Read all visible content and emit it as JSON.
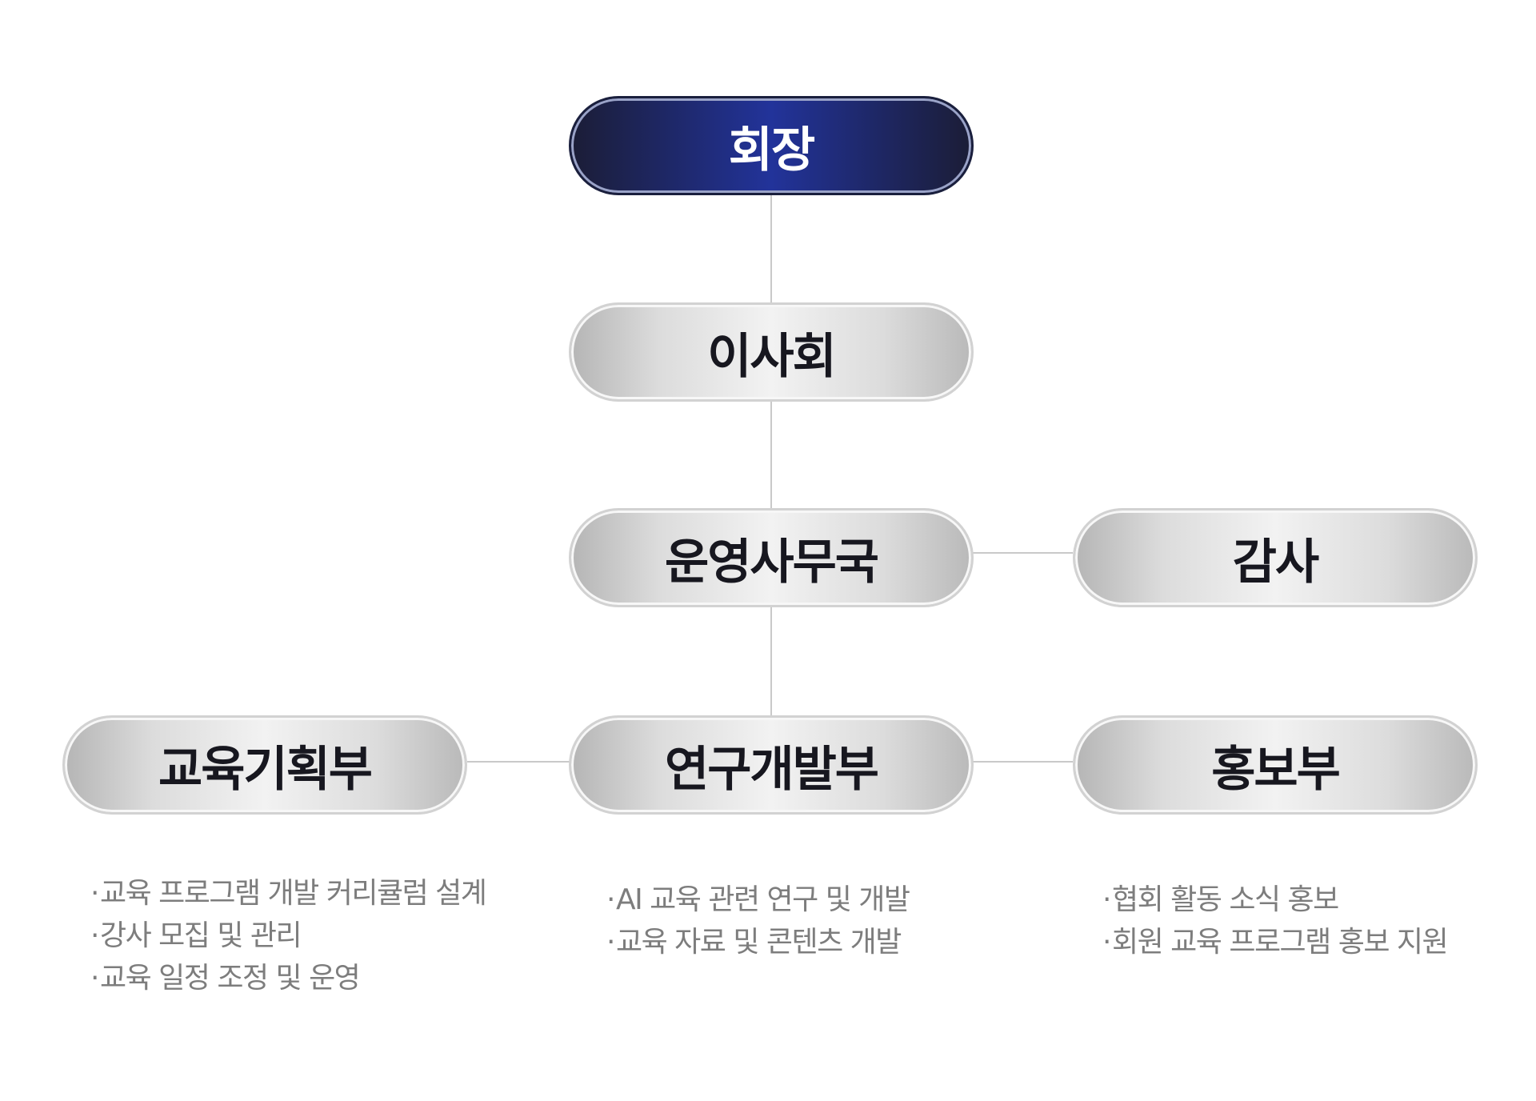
{
  "org_chart": {
    "chairman": "회장",
    "board": "이사회",
    "secretariat": "운영사무국",
    "audit": "감사",
    "departments": [
      {
        "name": "교육기획부",
        "duties": [
          "교육 프로그램 개발 커리큘럼 설계",
          "강사 모집 및 관리",
          "교육 일정 조정 및 운영"
        ]
      },
      {
        "name": "연구개발부",
        "duties": [
          "AI 교육 관련 연구 및 개발",
          "교육 자료 및 콘텐츠 개발"
        ]
      },
      {
        "name": "홍보부",
        "duties": [
          "협회 활동 소식 홍보",
          "회원 교육 프로그램 홍보 지원"
        ]
      }
    ]
  },
  "colors": {
    "chairman_fill": "#22339a",
    "node_fill": "#dcdcdc",
    "connector": "#c9c9c9",
    "duty_text": "#7d7d7d"
  }
}
